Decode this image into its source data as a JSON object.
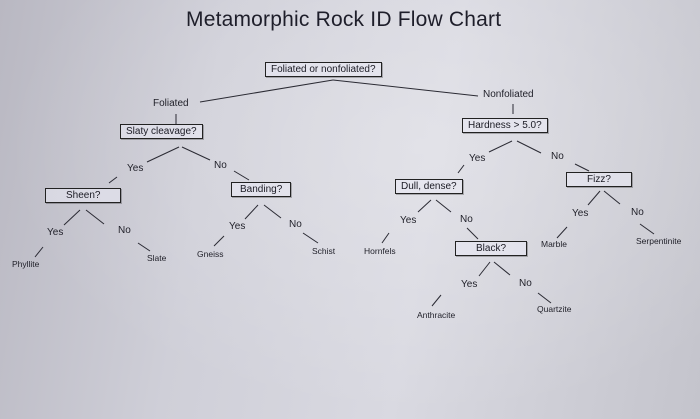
{
  "title": "Metamorphic Rock ID Flow Chart",
  "nodes": {
    "root": "Foliated or nonfoliated?",
    "foliated": "Foliated",
    "nonfoliated": "Nonfoliated",
    "slaty": "Slaty cleavage?",
    "hardness": "Hardness > 5.0?",
    "sheen": "Sheen?",
    "banding": "Banding?",
    "dull": "Dull, dense?",
    "fizz": "Fizz?",
    "black": "Black?"
  },
  "edges": {
    "slaty_yes": "Yes",
    "slaty_no": "No",
    "sheen_yes": "Yes",
    "sheen_no": "No",
    "banding_yes": "Yes",
    "banding_no": "No",
    "hardness_yes": "Yes",
    "hardness_no": "No",
    "dull_yes": "Yes",
    "dull_no": "No",
    "fizz_yes": "Yes",
    "fizz_no": "No",
    "black_yes": "Yes",
    "black_no": "No"
  },
  "rocks": {
    "phyllite": "Phyllite",
    "slate": "Slate",
    "gneiss": "Gneiss",
    "schist": "Schist",
    "hornfels": "Hornfels",
    "marble": "Marble",
    "serpentinite": "Serpentinite",
    "anthracite": "Anthracite",
    "quartzite": "Quartzite"
  }
}
